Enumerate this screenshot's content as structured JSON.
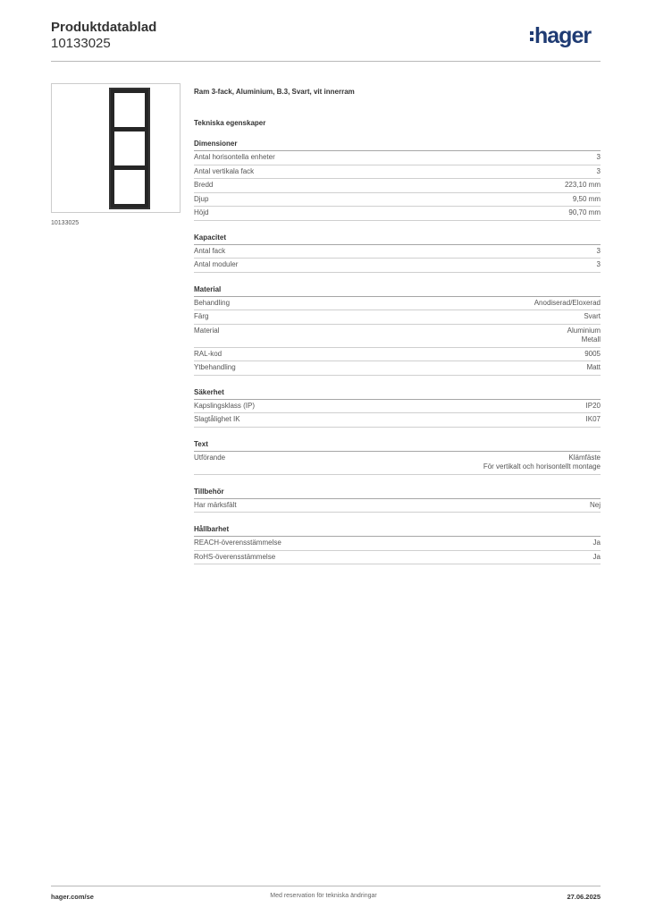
{
  "header": {
    "title": "Produktdatablad",
    "number": "10133025",
    "logo_text": "hager",
    "logo_color": "#1f3b73"
  },
  "image": {
    "caption": "10133025"
  },
  "product": {
    "title": "Ram 3-fack, Aluminium, B.3, Svart, vit innerram",
    "section": "Tekniska egenskaper"
  },
  "groups": [
    {
      "title": "Dimensioner",
      "rows": [
        {
          "label": "Antal horisontella enheter",
          "values": [
            "3"
          ]
        },
        {
          "label": "Antal vertikala fack",
          "values": [
            "3"
          ]
        },
        {
          "label": "Bredd",
          "values": [
            "223,10 mm"
          ]
        },
        {
          "label": "Djup",
          "values": [
            "9,50 mm"
          ]
        },
        {
          "label": "Höjd",
          "values": [
            "90,70 mm"
          ]
        }
      ]
    },
    {
      "title": "Kapacitet",
      "rows": [
        {
          "label": "Antal fack",
          "values": [
            "3"
          ]
        },
        {
          "label": "Antal moduler",
          "values": [
            "3"
          ]
        }
      ]
    },
    {
      "title": "Material",
      "rows": [
        {
          "label": "Behandling",
          "values": [
            "Anodiserad/Eloxerad"
          ]
        },
        {
          "label": "Färg",
          "values": [
            "Svart"
          ]
        },
        {
          "label": "Material",
          "values": [
            "Aluminium",
            "Metall"
          ]
        },
        {
          "label": "RAL-kod",
          "values": [
            "9005"
          ]
        },
        {
          "label": "Ytbehandling",
          "values": [
            "Matt"
          ]
        }
      ]
    },
    {
      "title": "Säkerhet",
      "rows": [
        {
          "label": "Kapslingsklass (IP)",
          "values": [
            "IP20"
          ]
        },
        {
          "label": "Slagtålighet IK",
          "values": [
            "IK07"
          ]
        }
      ]
    },
    {
      "title": "Text",
      "rows": [
        {
          "label": "Utförande",
          "values": [
            "Klämfäste",
            "För vertikalt och horisontellt montage"
          ]
        }
      ]
    },
    {
      "title": "Tillbehör",
      "rows": [
        {
          "label": "Har märksfält",
          "values": [
            "Nej"
          ]
        }
      ]
    },
    {
      "title": "Hållbarhet",
      "rows": [
        {
          "label": "REACH-överensstämmelse",
          "values": [
            "Ja"
          ]
        },
        {
          "label": "RoHS-överensstämmelse",
          "values": [
            "Ja"
          ]
        }
      ]
    }
  ],
  "footer": {
    "left": "hager.com/se",
    "center": "Med reservation för tekniska ändringar",
    "right": "27.06.2025"
  }
}
